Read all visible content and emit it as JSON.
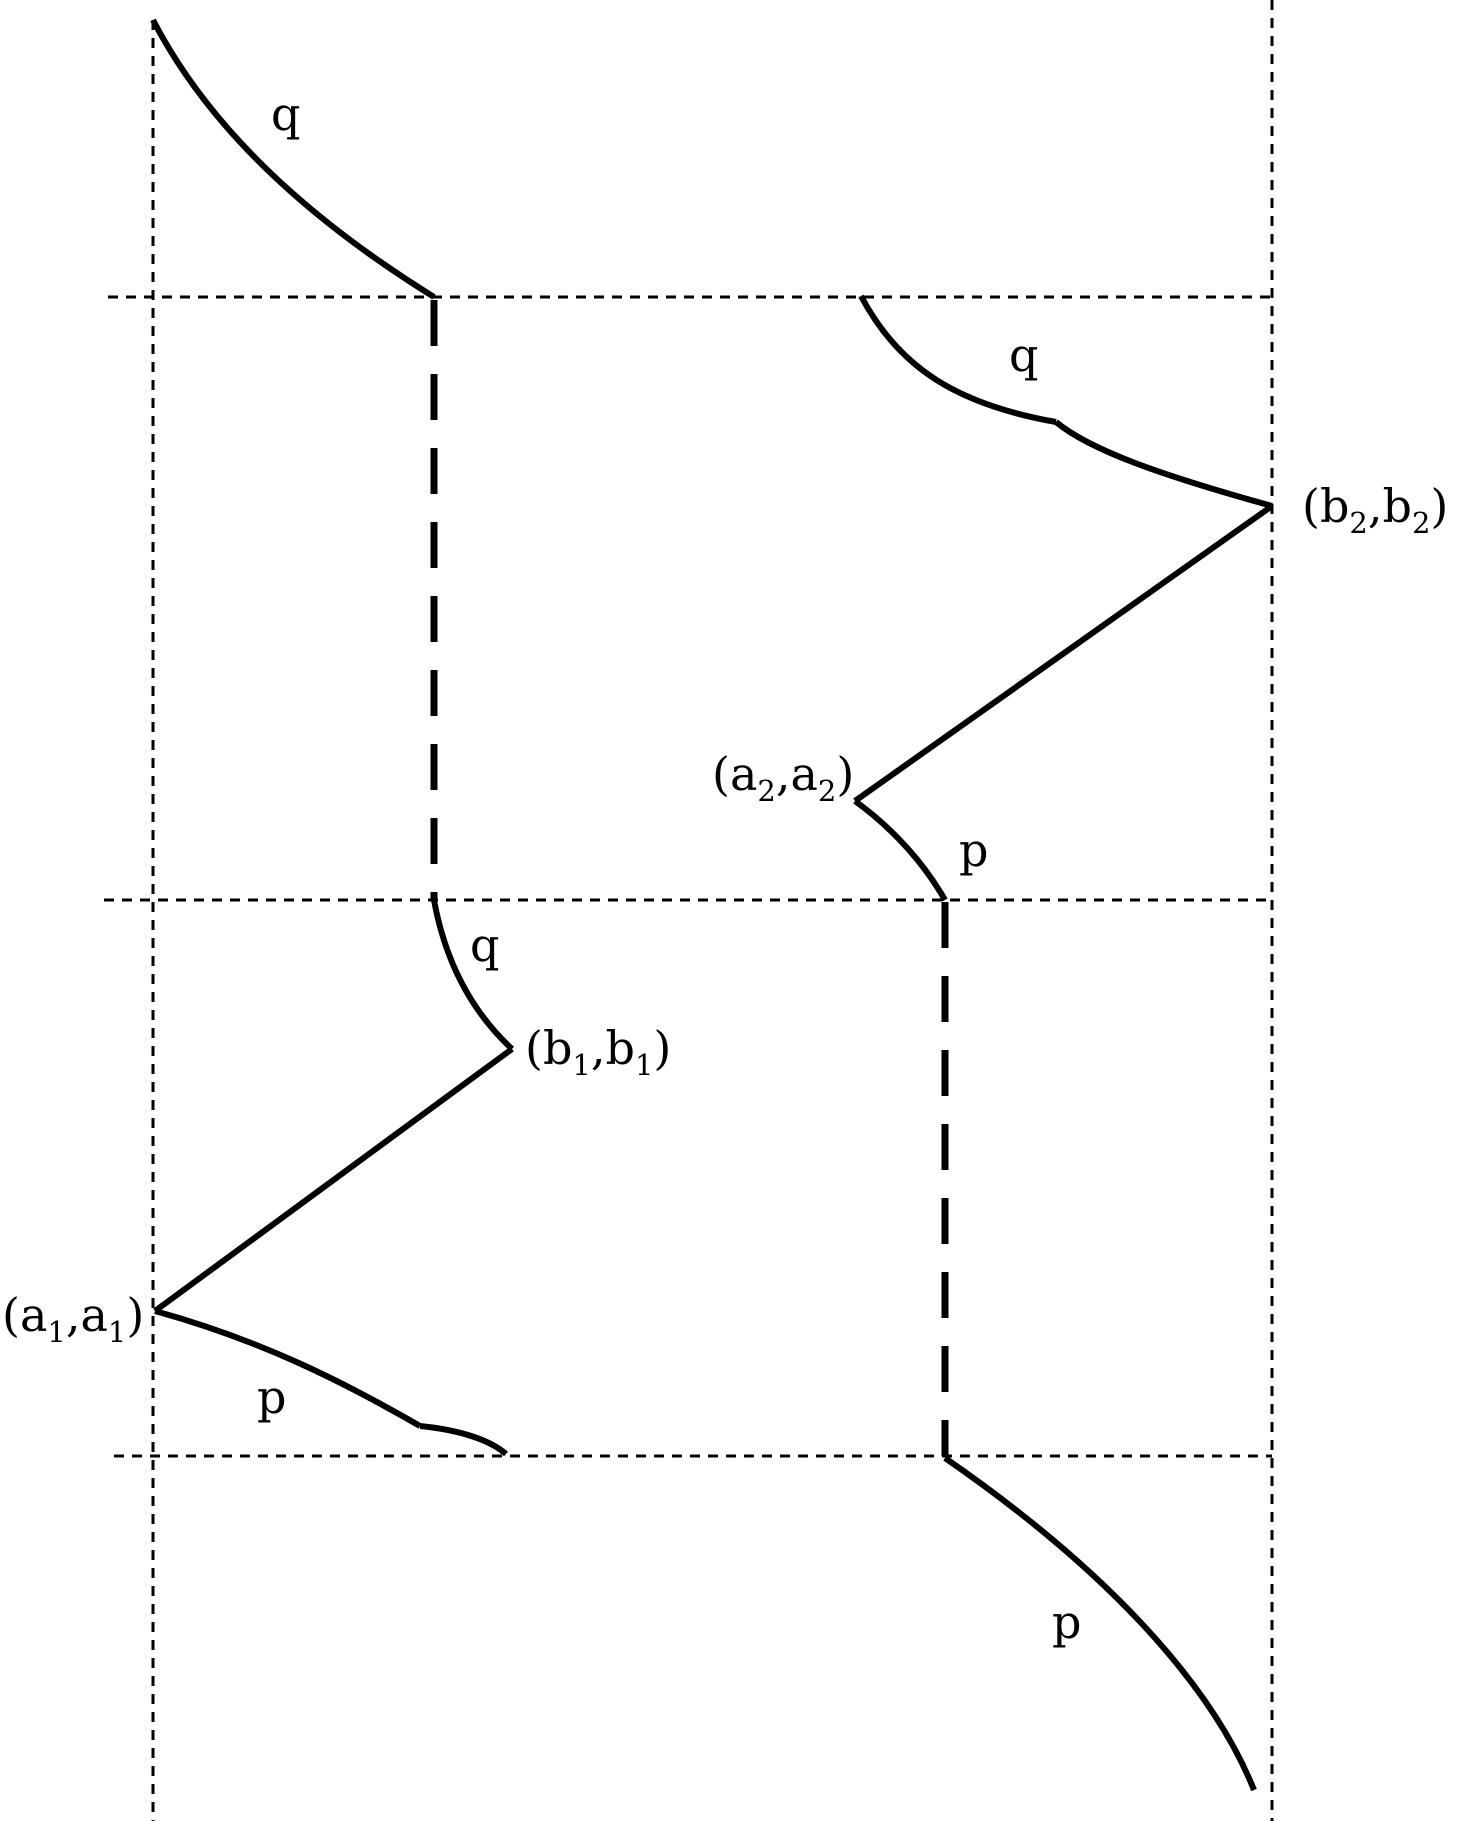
{
  "labels": {
    "q": "q",
    "p": "p",
    "open_paren": "(",
    "comma": ",",
    "close_paren": ")",
    "a": "a",
    "b": "b",
    "sub_1": "1",
    "sub_2": "2"
  }
}
